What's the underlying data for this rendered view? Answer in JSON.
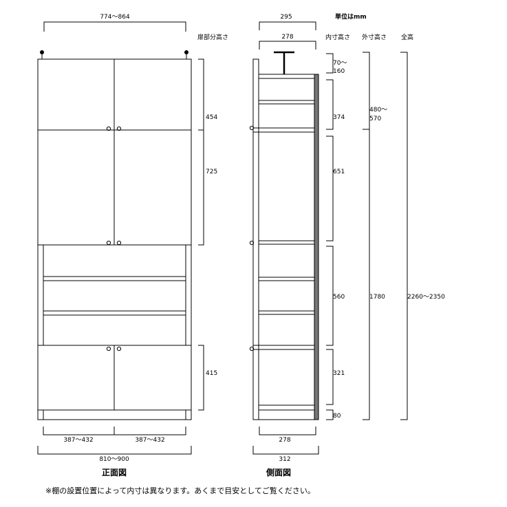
{
  "unit_label": "単位はmm",
  "front": {
    "top_span": "774～864",
    "door_height_header": "扉部分高さ",
    "door_heights": [
      "454",
      "725",
      "415"
    ],
    "bottom_left": "387～432",
    "bottom_right": "387～432",
    "total_width": "810～900",
    "caption": "正面図"
  },
  "side": {
    "top_outer": "295",
    "top_inner": "278",
    "inner_height_header": "内寸高さ",
    "outer_height_header": "外寸高さ",
    "total_height_header": "全高",
    "inner_heights": [
      "70～\n160",
      "374",
      "651",
      "560",
      "321",
      "80"
    ],
    "outer_heights": [
      "480～\n570",
      "1780"
    ],
    "total_height": "2260～2350",
    "bottom_inner": "278",
    "bottom_outer": "312",
    "caption": "側面図"
  },
  "note": "※棚の設置位置によって内寸は異なります。あくまで目安としてご覧ください。"
}
